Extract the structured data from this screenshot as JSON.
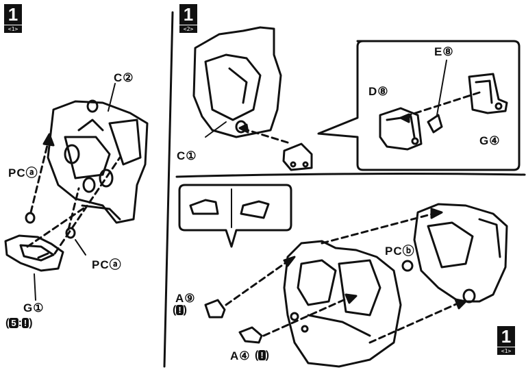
{
  "steps": [
    {
      "number": "1",
      "sub": "<1>"
    },
    {
      "number": "1",
      "sub": "<2>"
    },
    {
      "number": "1",
      "sub": "<1>"
    }
  ],
  "labels": {
    "c2": "C②",
    "c1": "C①",
    "pca_top": "PCⓐ",
    "pca_bottom": "PCⓐ",
    "g1": "G①",
    "g1_note_a": "5",
    "g1_note_b": "!",
    "d8": "D⑧",
    "e8": "E⑧",
    "g4": "G④",
    "pcb": "PCⓑ",
    "a9": "A⑨",
    "a9_note": "!",
    "a4": "A④",
    "a4_note": "!"
  }
}
